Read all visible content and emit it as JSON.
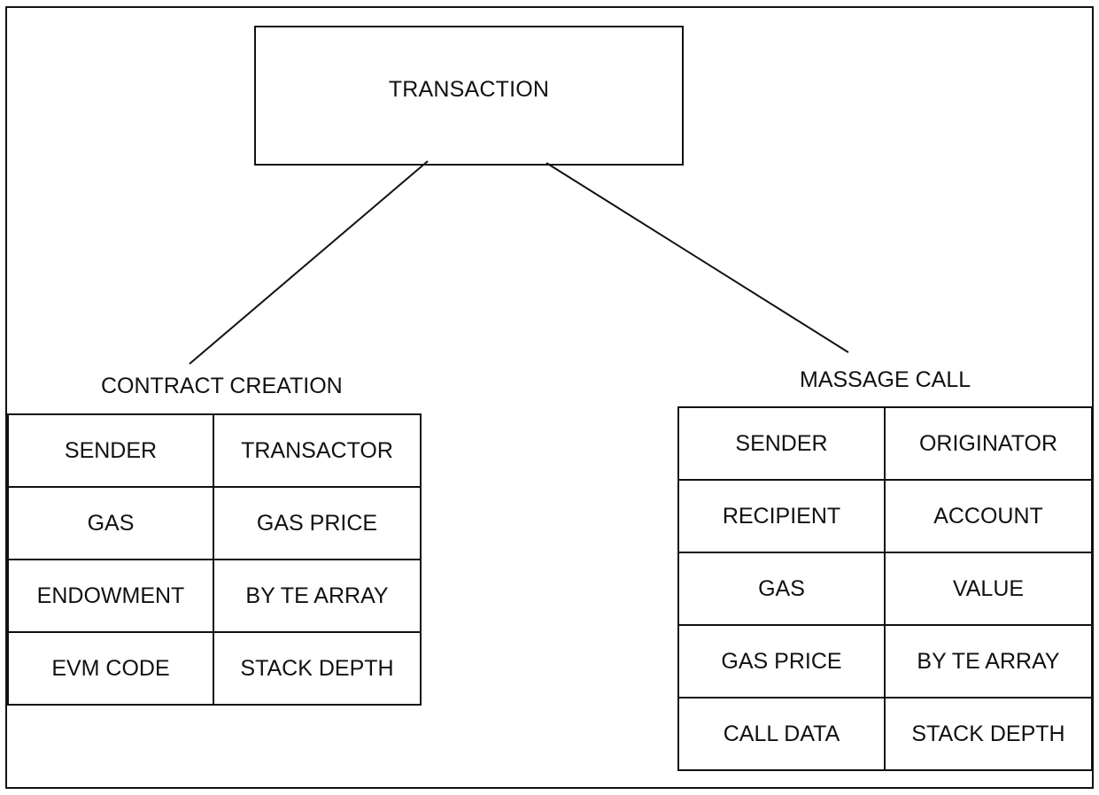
{
  "root": {
    "label": "TRANSACTION"
  },
  "contract_creation": {
    "heading": "CONTRACT CREATION",
    "rows": [
      [
        "SENDER",
        "TRANSACTOR"
      ],
      [
        "GAS",
        "GAS PRICE"
      ],
      [
        "ENDOWMENT",
        "BY TE ARRAY"
      ],
      [
        "EVM CODE",
        "STACK DEPTH"
      ]
    ]
  },
  "message_call": {
    "heading": "MASSAGE CALL",
    "rows": [
      [
        "SENDER",
        "ORIGINATOR"
      ],
      [
        "RECIPIENT",
        "ACCOUNT"
      ],
      [
        "GAS",
        "VALUE"
      ],
      [
        "GAS PRICE",
        "BY TE ARRAY"
      ],
      [
        "CALL DATA",
        "STACK DEPTH"
      ]
    ]
  }
}
